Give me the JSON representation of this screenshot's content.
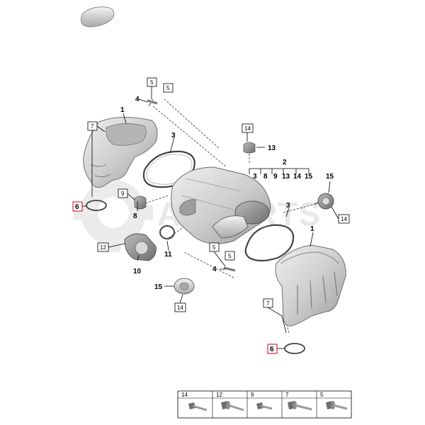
{
  "watermark": "AMPARTS",
  "callouts": {
    "c1_top": "1",
    "c1_right": "1",
    "c2": "2",
    "c3_left": "3",
    "c3_right": "3",
    "c4_top": "4",
    "c4_bottom": "4",
    "c8": "8",
    "c10": "10",
    "c11": "11",
    "c13": "13",
    "c15_right": "15",
    "c15_left": "15",
    "group_3": "3",
    "group_8": "8",
    "group_9": "9",
    "group_13": "13",
    "group_14": "14",
    "group_15": "15"
  },
  "boxed_refs": {
    "b5_a": "5",
    "b5_b": "5",
    "b7_left": "7",
    "b14_top": "14",
    "b6_left": "6",
    "b9": "9",
    "b12": "12",
    "b5_c": "5",
    "b5_d": "5",
    "b14_right": "14",
    "b14_bottom": "14",
    "b7_right": "7",
    "b6_right": "6"
  },
  "fastener_table": [
    {
      "ref": "14"
    },
    {
      "ref": "12"
    },
    {
      "ref": "9"
    },
    {
      "ref": "7"
    },
    {
      "ref": "5"
    }
  ]
}
